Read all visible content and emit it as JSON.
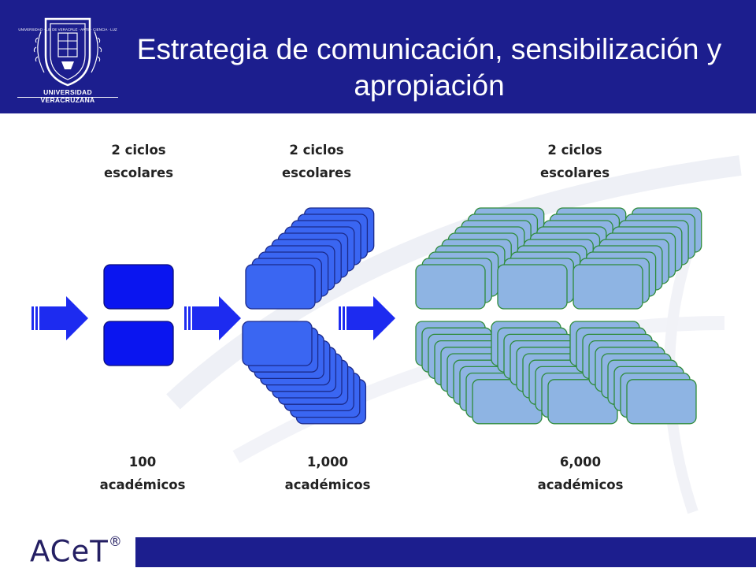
{
  "header": {
    "title": "Estrategia de comunicación, sensibilización  y apropiación",
    "logo_caption": "UNIVERSIDAD VERACRUZANA",
    "seal_text": "UNIVERSIDAD · LIS DE VERACRUZ · ARTE · CIENCIA · LUZ"
  },
  "stages": [
    {
      "top_line1": "2 ciclos",
      "top_line2": "escolares",
      "bottom_line1": "100",
      "bottom_line2": "académicos"
    },
    {
      "top_line1": "2 ciclos",
      "top_line2": "escolares",
      "bottom_line1": "1,000",
      "bottom_line2": "académicos"
    },
    {
      "top_line1": "2 ciclos",
      "top_line2": "escolares",
      "bottom_line1": "6,000",
      "bottom_line2": "académicos"
    }
  ],
  "footer": {
    "logo_text": "ACeT",
    "logo_mark": "®"
  },
  "colors": {
    "header_bg": "#1c1e8e",
    "stage1_box": "#0a15f0",
    "stage2_box": "#3a66f2",
    "stage3_box": "#8eb4e3",
    "stage3_border": "#2e8b3a",
    "arrow": "#1d2bf0"
  },
  "icons": [
    "arrow-right-icon",
    "university-seal-icon"
  ]
}
